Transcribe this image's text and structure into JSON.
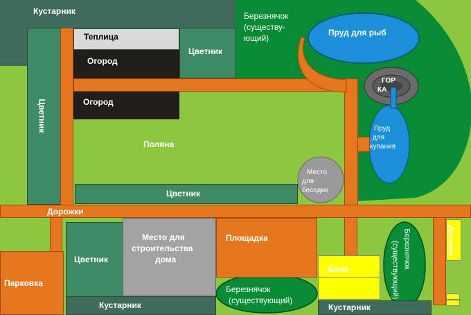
{
  "plan": {
    "shrubs_top": "Кустарник",
    "birch_top": "Березнячок (существу-ющий)",
    "birch_top_lines": [
      "Березнячок",
      "(существу-",
      "ющий)"
    ],
    "fish_pond": "Пруд для рыб",
    "greenhouse": "Теплица",
    "flowerbed_top": "Цветник",
    "garden_1": "Огород",
    "garden_2": "Огород",
    "flowerbed_left": "Цветник",
    "glade": "Поляна",
    "hill": "ГОРКА",
    "hill_lines": [
      "ГОР",
      "КА"
    ],
    "swim_pond": "Пруд для купания",
    "swim_pond_lines": [
      "Пруд",
      "для",
      "купания"
    ],
    "gazebo": "Место для беседки",
    "gazebo_lines": [
      "Место",
      "для",
      "беседки"
    ],
    "flowerbed_middle": "Цветник",
    "paths": "Дорожки",
    "parking": "Парковка",
    "flowerbed_bottom": "Цветник",
    "building_site": "Место для строительства дома",
    "building_site_lines": [
      "Место для",
      "строительства",
      "дома"
    ],
    "playground": "Площадка",
    "bathhouse": "Баня",
    "birch_right": "Березнячок (существующий)",
    "birch_right_lines": [
      "Березнячок",
      "(существующий)"
    ],
    "birch_bottom": "Березнячок (существующий)",
    "birch_bottom_lines": [
      "Березнячок",
      "(существующий)"
    ],
    "shrubs_bottom_1": "Кустарник",
    "shrubs_bottom_2": "Кустарник",
    "shower": "Душевая"
  },
  "colors": {
    "lawn": "#8dc63f",
    "shrubs": "#3e6b5c",
    "flowerbed": "#3f8a66",
    "birch": "#078c35",
    "path": "#e6761e",
    "garden": "#211d1a",
    "greenhouse": "#d9d9d9",
    "pond": "#1b8fd9",
    "hill": "#6b6b6b",
    "gazebo": "#9a9a9a",
    "building_site": "#a3a3a3",
    "bathhouse": "#ffff00"
  }
}
